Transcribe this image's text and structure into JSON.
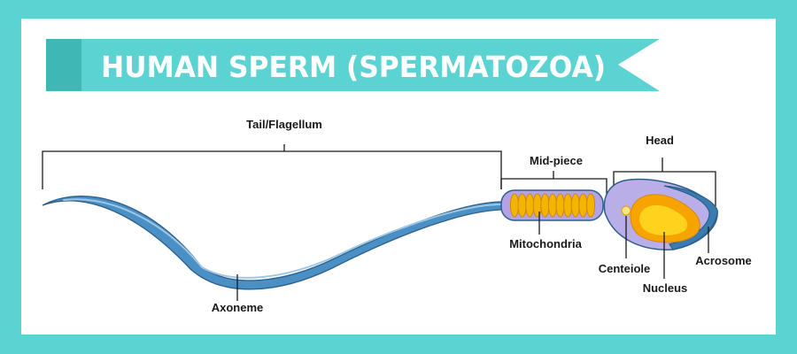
{
  "title": "HUMAN SPERM (SPERMATOZOA)",
  "labels": {
    "tail": "Tail/Flagellum",
    "midpiece": "Mid-piece",
    "head": "Head",
    "mitochondria": "Mitochondria",
    "axoneme": "Axoneme",
    "centriole": "Centeiole",
    "nucleus": "Nucleus",
    "acrosome": "Acrosome"
  },
  "colors": {
    "frame": "#5cd3d3",
    "panel": "#ffffff",
    "banner": "#5cd3d3",
    "banner_dark": "#3fb7b4",
    "tail": "#4a90c4",
    "tail_light": "#9cc8e8",
    "outline": "#2e5f8a",
    "midpiece": "#b4a2e6",
    "mitochondria": "#f5b400",
    "head": "#b9aee8",
    "nucleus": "#f7a400",
    "nucleus_inner": "#ffd21e",
    "acrosome": "#3a7bb0"
  }
}
